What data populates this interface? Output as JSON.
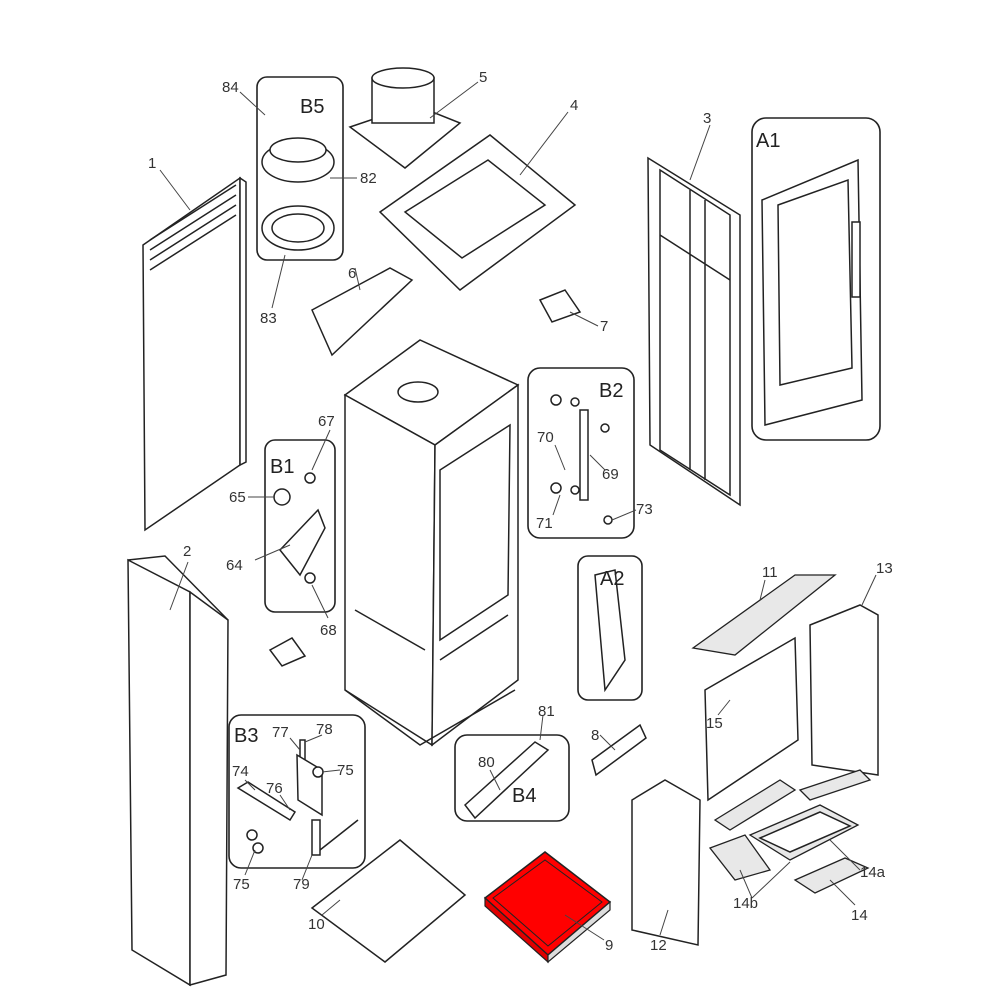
{
  "diagram": {
    "highlight_color": "#ff0000",
    "highlighted_part": "9",
    "labels": {
      "p84": "84",
      "p82": "82",
      "p83": "83",
      "p5": "5",
      "p4": "4",
      "p1": "1",
      "p6": "6",
      "p7": "7",
      "p3": "3",
      "p67": "67",
      "p65": "65",
      "p64": "64",
      "p68": "68",
      "p70": "70",
      "p69": "69",
      "p71": "71",
      "p73": "73",
      "p2": "2",
      "p11": "11",
      "p13": "13",
      "p15": "15",
      "p8": "8",
      "p81": "81",
      "p80": "80",
      "p77": "77",
      "p78": "78",
      "p75a": "75",
      "p74": "74",
      "p76": "76",
      "p75b": "75",
      "p79": "79",
      "p10": "10",
      "p9": "9",
      "p12": "12",
      "p14a": "14a",
      "p14": "14",
      "p14b": "14b"
    },
    "groups": {
      "b5": "B5",
      "a1": "A1",
      "b1": "B1",
      "b2": "B2",
      "a2": "A2",
      "b3": "B3",
      "b4": "B4"
    }
  }
}
